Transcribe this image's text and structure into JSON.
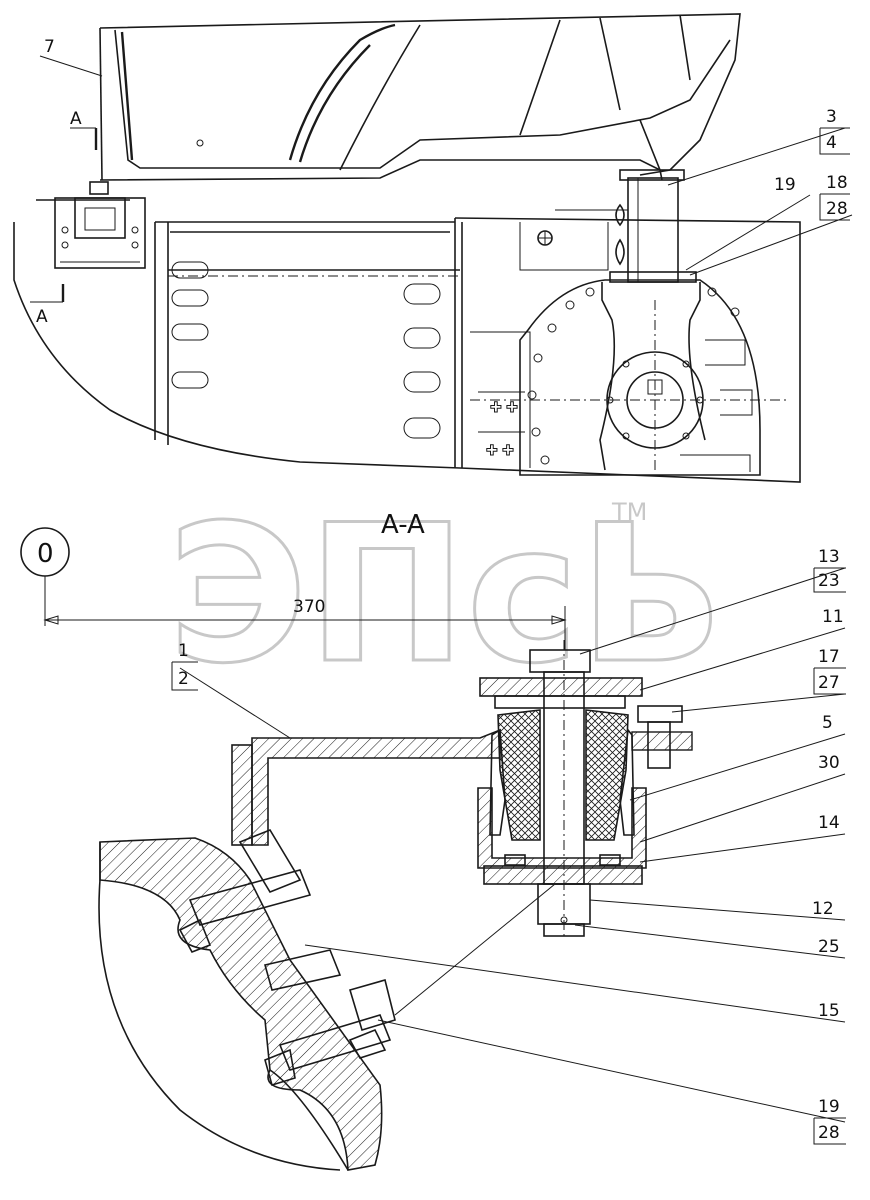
{
  "section": {
    "title": "A-A",
    "marker_top": "A",
    "marker_bottom": "A"
  },
  "datum": {
    "label": "0",
    "dimension": "370"
  },
  "callouts": {
    "c7": "7",
    "c3": "3",
    "c4": "4",
    "c19_top": "19",
    "c18": "18",
    "c28_top": "28",
    "c13": "13",
    "c23": "23",
    "c11": "11",
    "c17": "17",
    "c27": "27",
    "c5": "5",
    "c30": "30",
    "c14": "14",
    "c12": "12",
    "c25": "25",
    "c15": "15",
    "c19_bottom": "19",
    "c28_bottom": "28",
    "c1": "1",
    "c2": "2"
  },
  "watermark": {
    "text": "ЭПсЬ",
    "tm": "TM"
  }
}
